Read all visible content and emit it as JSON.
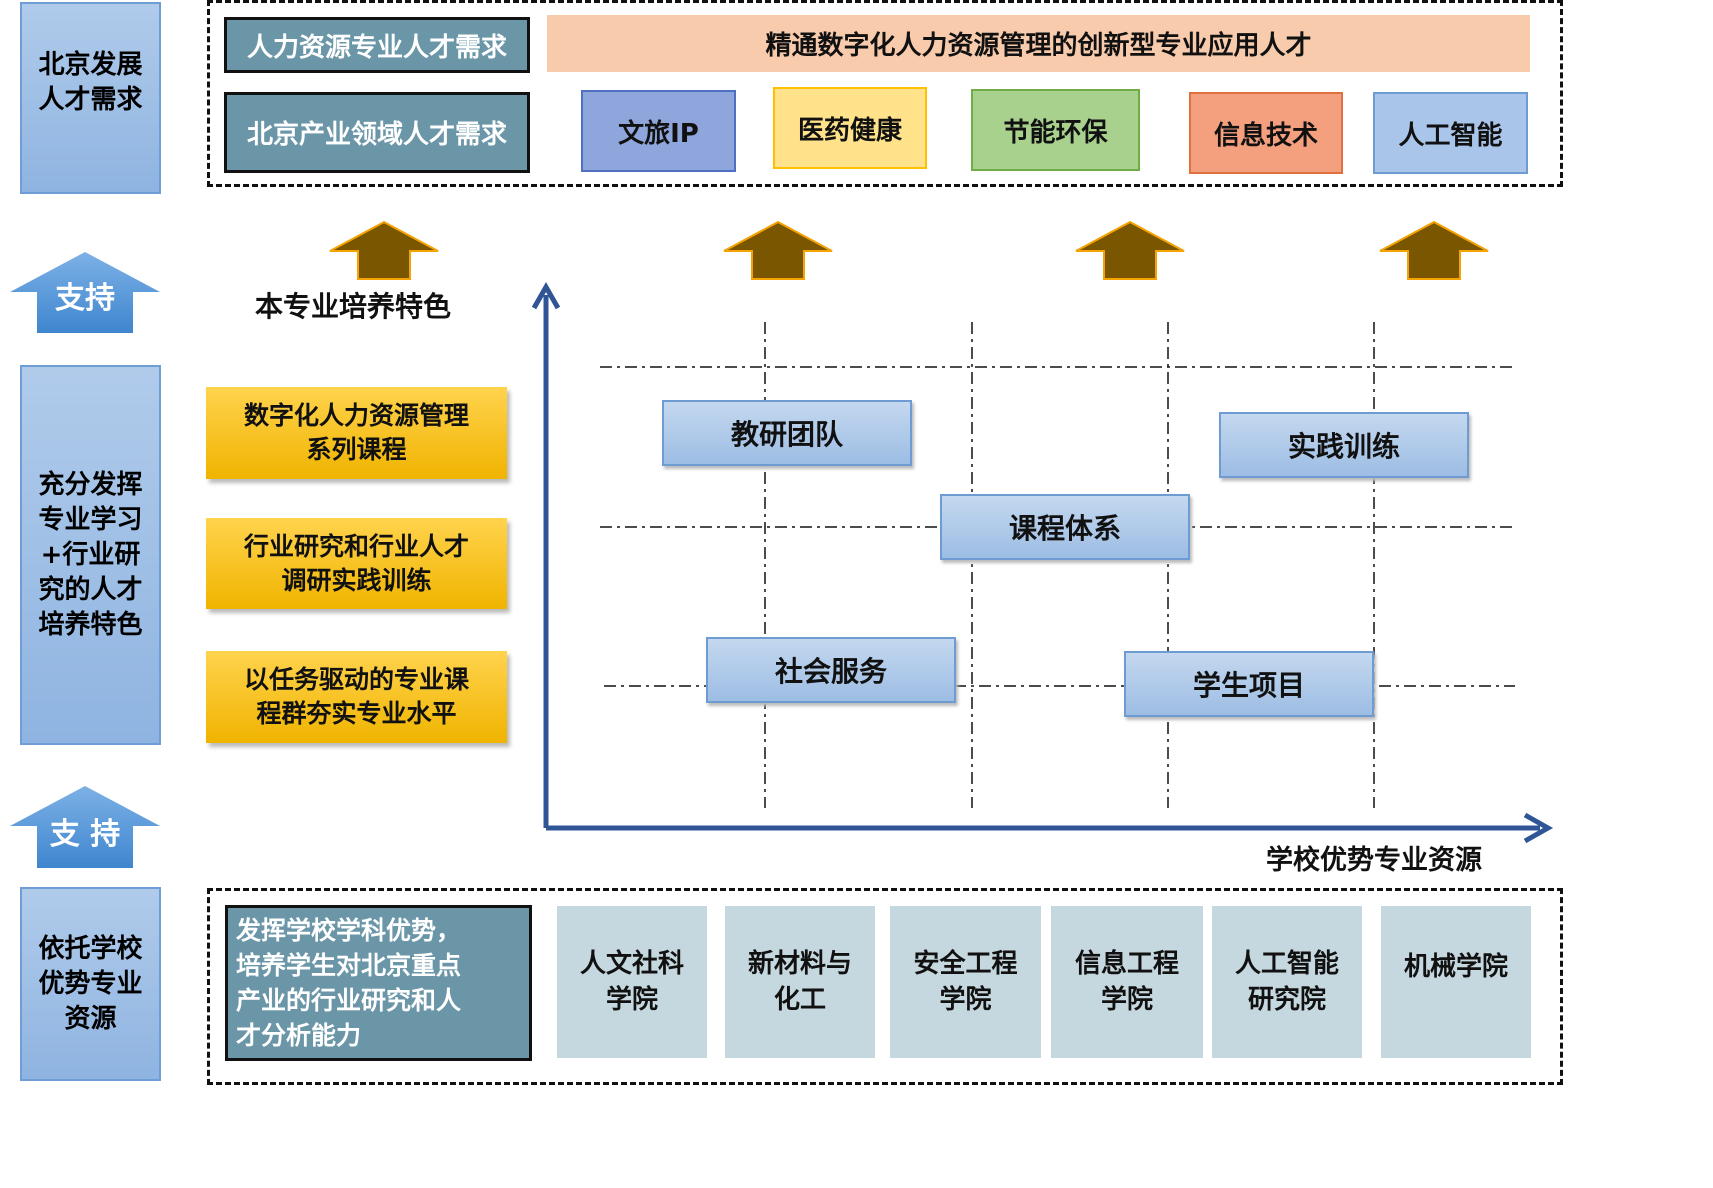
{
  "left": {
    "demand": "北京发展\n人才需求",
    "support1": "支持",
    "feature": "充分发挥\n专业学习\n+行业研\n究的人才\n培养特色",
    "support2": "支 持",
    "resource": "依托学校\n优势专业\n资源"
  },
  "top": {
    "hr_demand": "人力资源专业人才需求",
    "industry_demand": "北京产业领域人才需求",
    "banner": "精通数字化人力资源管理的创新型专业应用人才",
    "industries": [
      {
        "label": "文旅IP",
        "color": "#8fa6dc"
      },
      {
        "label": "医药健康",
        "color": "#ffe28a"
      },
      {
        "label": "节能环保",
        "color": "#a9d18e"
      },
      {
        "label": "信息技术",
        "color": "#f4a07e"
      },
      {
        "label": "人工智能",
        "color": "#a9c6ea"
      }
    ]
  },
  "middle": {
    "feature_title": "本专业培养特色",
    "features": [
      "数字化人力资源管理\n系列课程",
      "行业研究和行业人才\n调研实践训练",
      "以任务驱动的专业课\n程群夯实专业水平"
    ],
    "axis_label": "学校优势专业资源",
    "elements": [
      "教研团队",
      "实践训练",
      "课程体系",
      "社会服务",
      "学生项目"
    ]
  },
  "bottom": {
    "advantage": "发挥学校学科优势，\n培养学生对北京重点\n产业的行业研究和人\n才分析能力",
    "colleges": [
      "人文社科\n学院",
      "新材料与\n化工",
      "安全工程\n学院",
      "信息工程\n学院",
      "人工智能\n研究院",
      "机械学院"
    ]
  }
}
